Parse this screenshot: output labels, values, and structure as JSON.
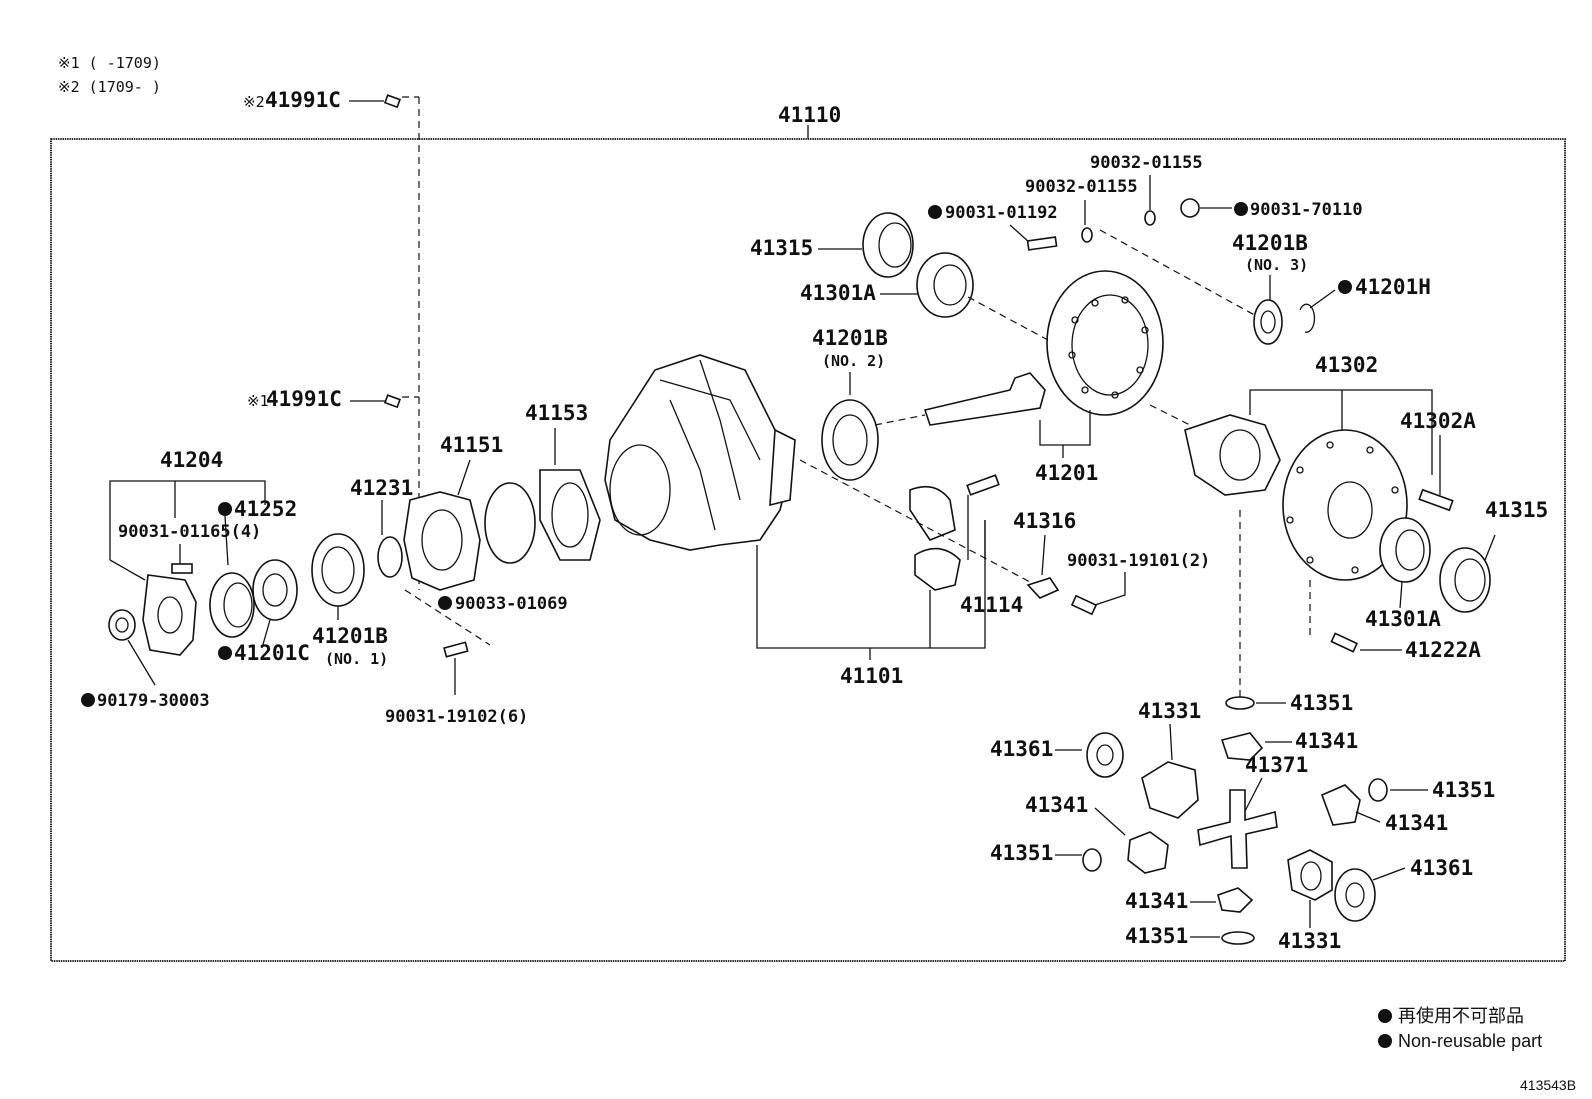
{
  "notes": {
    "note1": "※1 (     -1709)",
    "note2": "※2 (1709-     )"
  },
  "parts": {
    "p41991C_2": "41991C",
    "p41991C_2_mark": "※2",
    "p41991C_1": "41991C",
    "p41991C_1_mark": "※1",
    "p41110": "41110",
    "p90032_01155_a": "90032-01155",
    "p90032_01155_b": "90032-01155",
    "p90031_01192": "90031-01192",
    "p90031_70110": "90031-70110",
    "p41315_top": "41315",
    "p41301A_top": "41301A",
    "p41201B_no3": "41201B",
    "p41201B_no3_sub": "(NO. 3)",
    "p41201H": "41201H",
    "p41201B_no2": "41201B",
    "p41201B_no2_sub": "(NO. 2)",
    "p41302": "41302",
    "p41302A": "41302A",
    "p41153": "41153",
    "p41151": "41151",
    "p41204": "41204",
    "p41252": "41252",
    "p90031_01165": "90031-01165(4)",
    "p41231": "41231",
    "p41201": "41201",
    "p41316": "41316",
    "p41315_right": "41315",
    "p90031_19101": "90031-19101(2)",
    "p41114": "41114",
    "p90033_01069": "90033-01069",
    "p41201C": "41201C",
    "p41201B_no1": "41201B",
    "p41201B_no1_sub": "(NO. 1)",
    "p41301A_right": "41301A",
    "p41222A": "41222A",
    "p41101": "41101",
    "p90179_30003": "90179-30003",
    "p90031_19102": "90031-19102(6)",
    "p41351_a": "41351",
    "p41331_a": "41331",
    "p41341_a": "41341",
    "p41361_a": "41361",
    "p41371": "41371",
    "p41351_b": "41351",
    "p41341_b": "41341",
    "p41341_c": "41341",
    "p41351_c": "41351",
    "p41361_b": "41361",
    "p41341_d": "41341",
    "p41351_d": "41351",
    "p41331_b": "41331"
  },
  "legend": {
    "jp": "再使用不可部品",
    "en": "Non-reusable part"
  },
  "figure_code": "413543B"
}
